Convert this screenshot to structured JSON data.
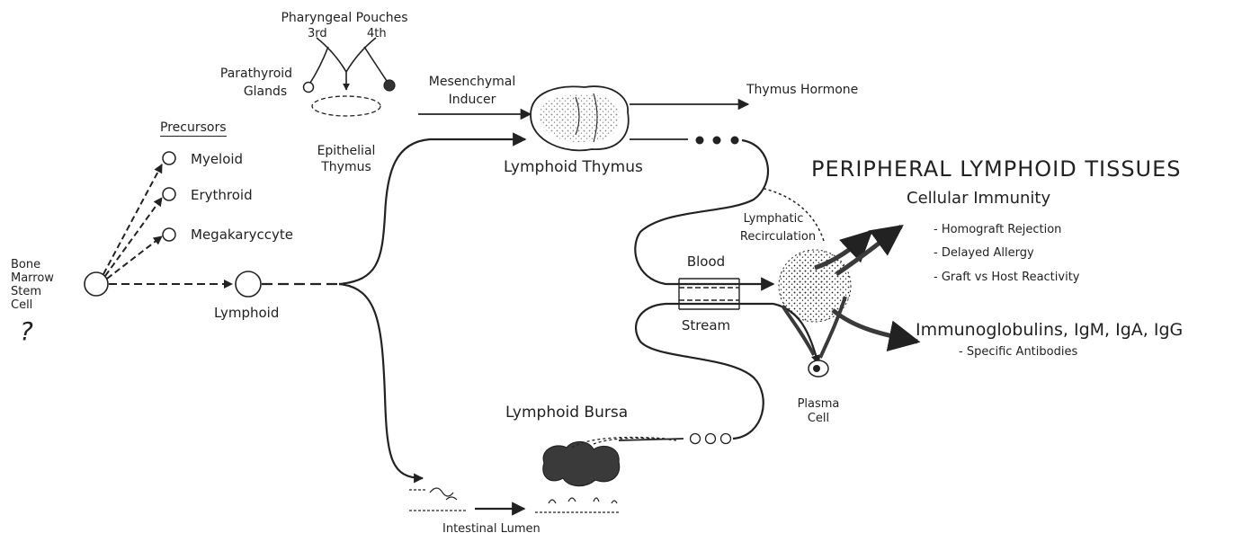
{
  "labels": {
    "pharyngeal_pouches": "Pharyngeal Pouches",
    "third": "3rd",
    "fourth": "4th",
    "parathyroid": "Parathyroid",
    "glands": "Glands",
    "epithelial": "Epithelial",
    "thymus": "Thymus",
    "mesenchymal": "Mesenchymal",
    "inducer": "Inducer",
    "thymus_hormone": "Thymus Hormone",
    "lymphoid_thymus": "Lymphoid Thymus",
    "precursors": "Precursors",
    "myeloid": "Myeloid",
    "erythroid": "Erythroid",
    "megakaryocyte": "Megakaryccyte",
    "bone": "Bone",
    "marrow": "Marrow",
    "stem": "Stem",
    "cell": "Cell",
    "lymphoid": "Lymphoid",
    "question_mark": "?",
    "peripheral": "PERIPHERAL  LYMPHOID  TISSUES",
    "cellular_immunity": "Cellular Immunity",
    "homograft": "- Homograft Rejection",
    "delayed_allergy": "- Delayed Allergy",
    "graft_vs_host": "- Graft vs Host Reactivity",
    "immunoglobulins": "Immunoglobulins, IgM, IgA, IgG",
    "specific_antibodies": "- Specific Antibodies",
    "lymphatic": "Lymphatic",
    "recirculation": "Recirculation",
    "blood": "Blood",
    "stream": "Stream",
    "plasma": "Plasma",
    "plasma_cell": "Cell",
    "lymphoid_bursa": "Lymphoid Bursa",
    "intestinal_lumen": "Intestinal Lumen"
  },
  "colors": {
    "ink": "#222222",
    "paper": "#ffffff",
    "shade": "#3a3a3a"
  }
}
